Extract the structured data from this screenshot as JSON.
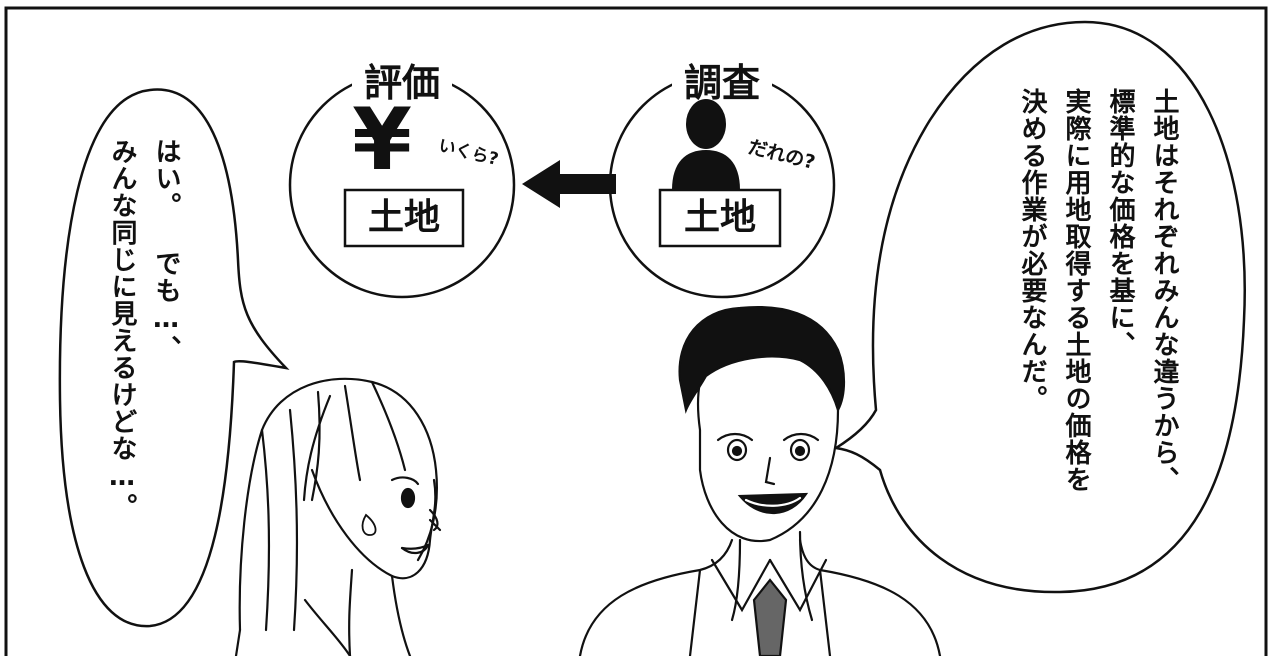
{
  "diagram": {
    "left_label": "評価",
    "right_label": "調査",
    "yen_symbol": "¥",
    "yen_note": "いくら?",
    "person_note": "だれの?",
    "land_box_left": "土地",
    "land_box_right": "土地"
  },
  "speech": {
    "right_bubble": [
      "土地はそれぞれみんな違うから、",
      "標準的な価格を基に、",
      "実際に用地取得する土地の価格を",
      "決める作業が必要なんだ。"
    ],
    "left_bubble": [
      "はい。 でも…、",
      "みんな同じに見えるけどな…。"
    ]
  }
}
